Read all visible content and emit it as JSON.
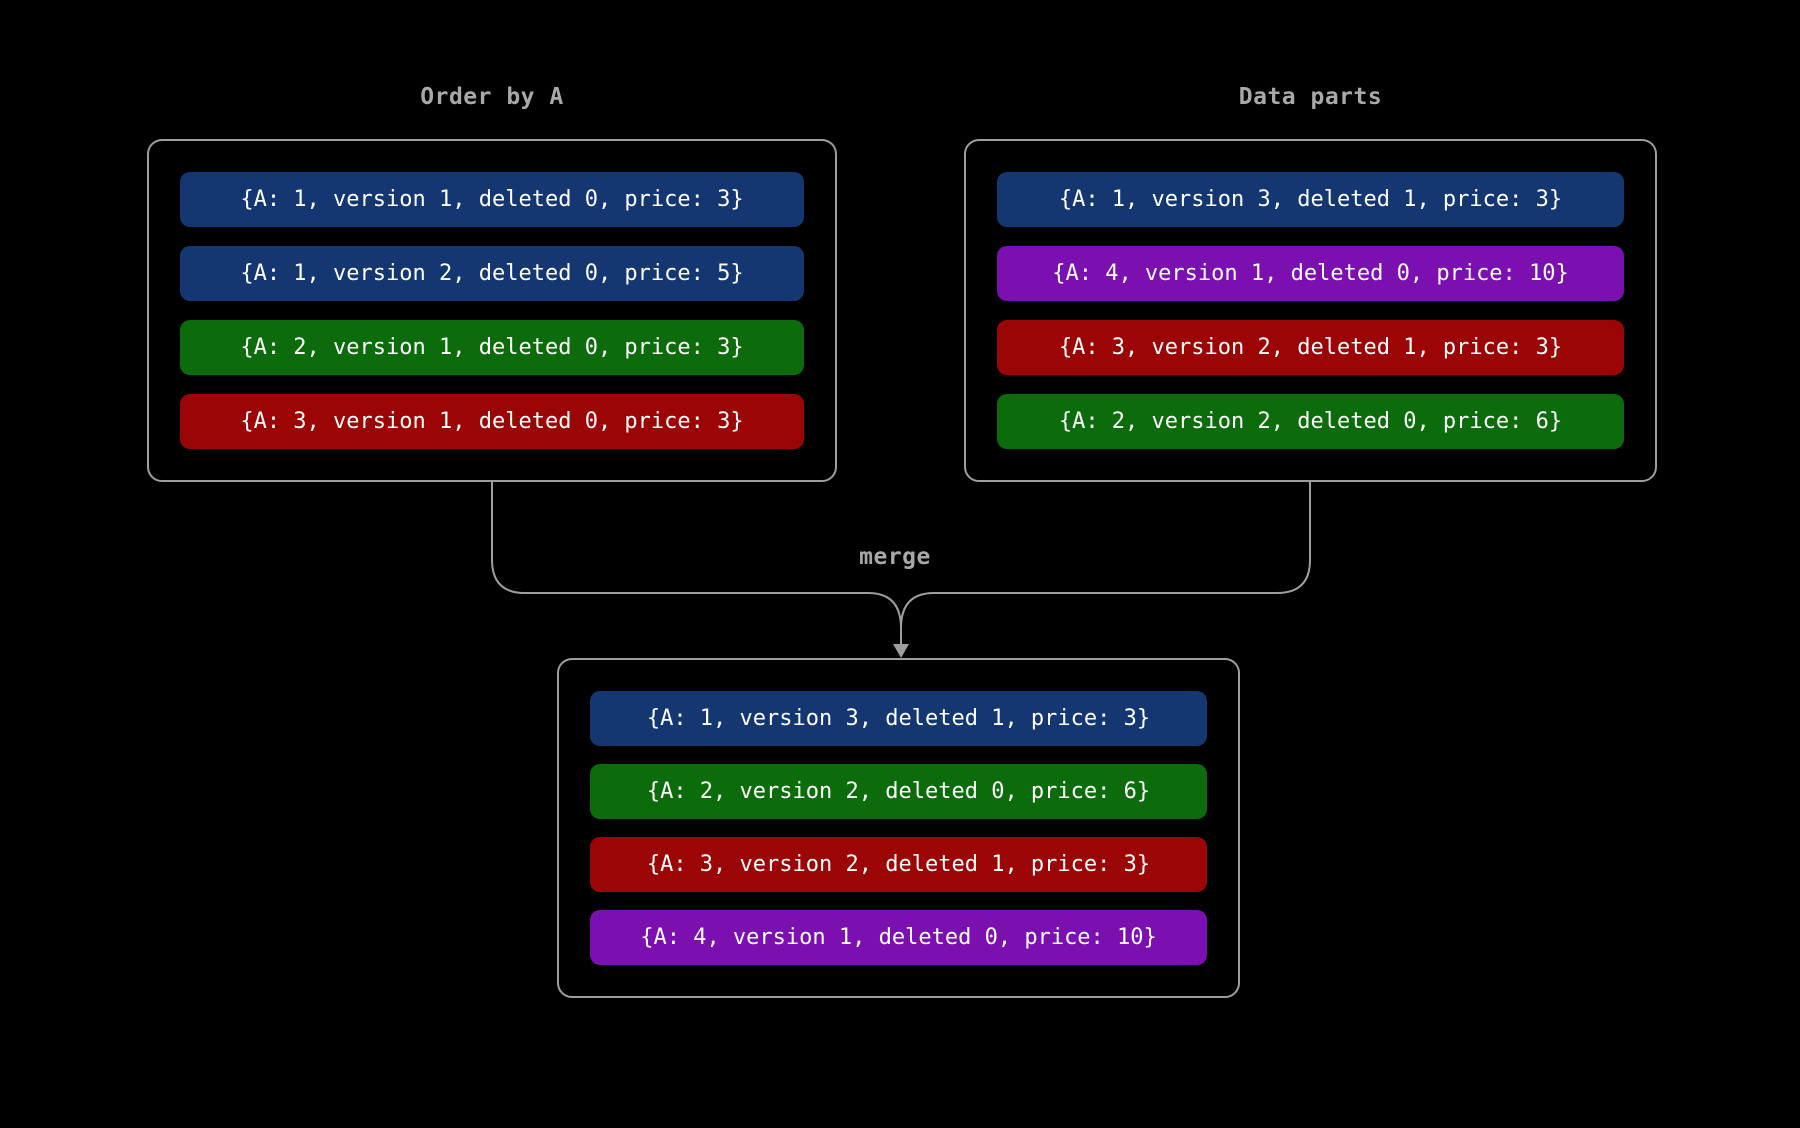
{
  "background": "#000000",
  "colors": {
    "blue": "#143771",
    "green": "#0c6c0c",
    "red": "#9c0505",
    "purple": "#7b0fb0",
    "line": "#9e9e9e",
    "title": "#a8a8a8",
    "row_text": "#ffffff"
  },
  "left_box": {
    "title": "Order by A",
    "rows": [
      {
        "text": "{A: 1, version 1, deleted 0, price: 3}",
        "color": "blue"
      },
      {
        "text": "{A: 1, version 2, deleted 0, price: 5}",
        "color": "blue"
      },
      {
        "text": "{A: 2, version 1, deleted 0, price: 3}",
        "color": "green"
      },
      {
        "text": "{A: 3, version 1, deleted 0, price: 3}",
        "color": "red"
      }
    ]
  },
  "right_box": {
    "title": "Data parts",
    "rows": [
      {
        "text": "{A: 1, version 3, deleted 1, price: 3}",
        "color": "blue"
      },
      {
        "text": "{A: 4, version 1, deleted 0, price: 10}",
        "color": "purple"
      },
      {
        "text": "{A: 3, version 2, deleted 1, price: 3}",
        "color": "red"
      },
      {
        "text": "{A: 2, version 2, deleted 0, price: 6}",
        "color": "green"
      }
    ]
  },
  "merged_box": {
    "rows": [
      {
        "text": "{A: 1, version 3, deleted 1, price: 3}",
        "color": "blue"
      },
      {
        "text": "{A: 2, version 2, deleted 0, price: 6}",
        "color": "green"
      },
      {
        "text": "{A: 3, version 2, deleted 1, price: 3}",
        "color": "red"
      },
      {
        "text": "{A: 4, version 1, deleted 0, price: 10}",
        "color": "purple"
      }
    ]
  },
  "connector": {
    "label": "merge"
  }
}
